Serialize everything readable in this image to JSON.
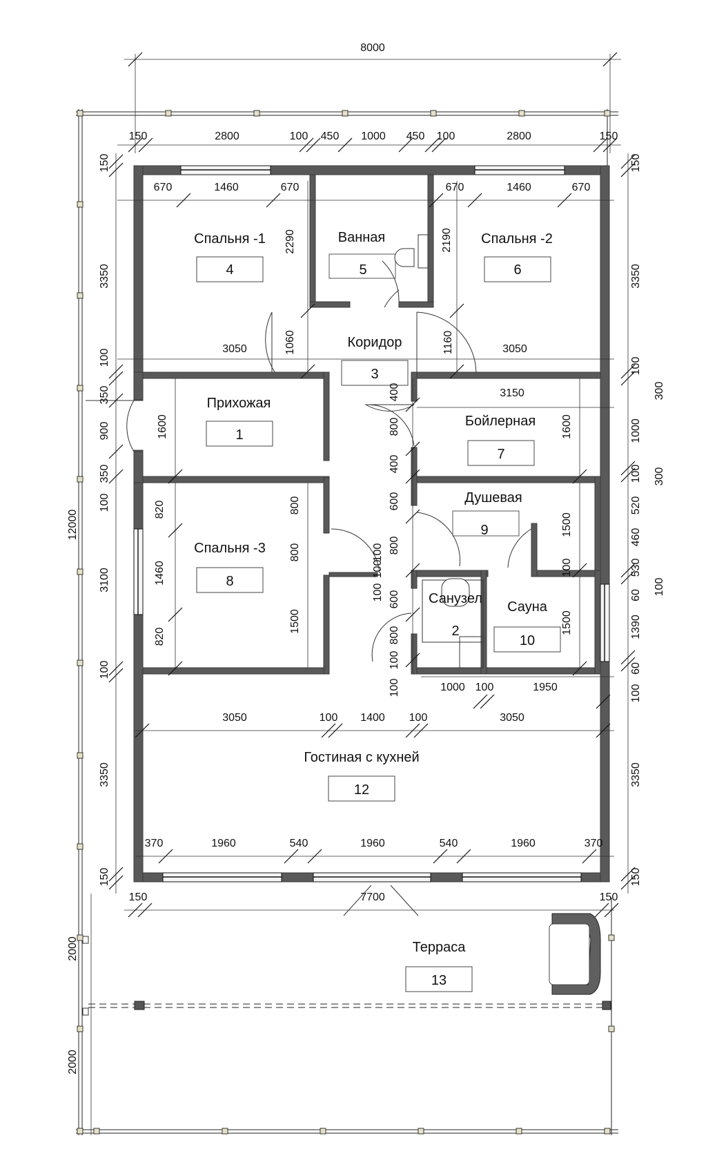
{
  "rooms": {
    "bedroom1": {
      "name": "Спальня -1",
      "num": "4"
    },
    "bath": {
      "name": "Ванная",
      "num": "5"
    },
    "bedroom2": {
      "name": "Спальня -2",
      "num": "6"
    },
    "corridor": {
      "name": "Коридор",
      "num": "3"
    },
    "hall": {
      "name": "Прихожая",
      "num": "1"
    },
    "boiler": {
      "name": "Бойлерная",
      "num": "7"
    },
    "shower": {
      "name": "Душевая",
      "num": "9"
    },
    "bedroom3": {
      "name": "Спальня -3",
      "num": "8"
    },
    "wc": {
      "name": "Санузел",
      "num": "2"
    },
    "sauna": {
      "name": "Сауна",
      "num": "10"
    },
    "living": {
      "name": "Гостиная с кухней",
      "num": "12"
    },
    "terrace": {
      "name": "Терраса",
      "num": "13"
    }
  },
  "dims": {
    "total_width": "8000",
    "total_height": "12000",
    "top": [
      "150",
      "2800",
      "100",
      "450",
      "1000",
      "450",
      "100",
      "2800",
      "150"
    ],
    "bed1_row": [
      "670",
      "1460",
      "670"
    ],
    "bed2_row": [
      "670",
      "1460",
      "670"
    ],
    "bed1_height": "2290",
    "bath_right": "2190",
    "w3050a": "3050",
    "w3050b": "3050",
    "door1060": "1060",
    "door1160": "1160",
    "w3150": "3150",
    "left": [
      "150",
      "3350",
      "100",
      "350",
      "900",
      "350",
      "100",
      "3100",
      "100",
      "3350",
      "150"
    ],
    "left_total": "12000",
    "hall_h": "1600",
    "bed3_left": [
      "820",
      "1460",
      "820"
    ],
    "bed3_right": [
      "800",
      "800",
      "1500"
    ],
    "corr_col": [
      "400",
      "800",
      "400",
      "600",
      "800",
      "100",
      "100",
      "600",
      "800",
      "100",
      "100"
    ],
    "corr_100": "100",
    "boiler_h": "1600",
    "shower_h": "1500",
    "sauna_h": "1500",
    "sauna_100": "100",
    "right": [
      "150",
      "3350",
      "100",
      "1000",
      "100",
      "520",
      "460",
      "530",
      "60",
      "1390",
      "60",
      "100",
      "3350",
      "150"
    ],
    "right_300a": "300",
    "right_300b": "300",
    "right_100": "100",
    "wc_row": [
      "1000",
      "100",
      "1950"
    ],
    "living_top": [
      "3050",
      "100",
      "1400",
      "100",
      "3050"
    ],
    "living_bottom": [
      "370",
      "1960",
      "540",
      "1960",
      "540",
      "1960",
      "370"
    ],
    "bottom": [
      "150",
      "7700",
      "150"
    ],
    "terrace_left": [
      "2000",
      "2000"
    ]
  }
}
